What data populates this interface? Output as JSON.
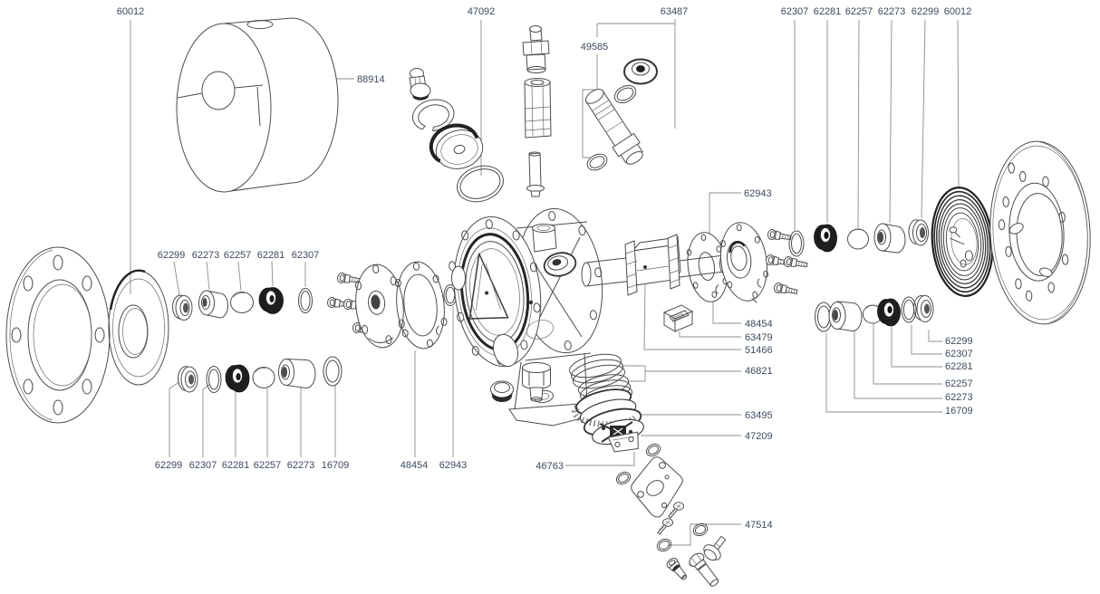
{
  "diagram": {
    "kind": "exploded-parts-diagram",
    "colors": {
      "background": "#ffffff",
      "label_text": "#3c4a5e",
      "line_art": "#4c4c4c",
      "leader_line": "#8c8c8c",
      "dark_fill": "#1f1f1f"
    }
  },
  "part_numbers": {
    "n16709": "16709",
    "n46763": "46763",
    "n46821": "46821",
    "n47092": "47092",
    "n47209": "47209",
    "n47514": "47514",
    "n48454": "48454",
    "n49585": "49585",
    "n51466": "51466",
    "n60012": "60012",
    "n62257": "62257",
    "n62273": "62273",
    "n62281": "62281",
    "n62299": "62299",
    "n62307": "62307",
    "n62943": "62943",
    "n63479": "63479",
    "n63487": "63487",
    "n63495": "63495",
    "n88914": "88914"
  }
}
